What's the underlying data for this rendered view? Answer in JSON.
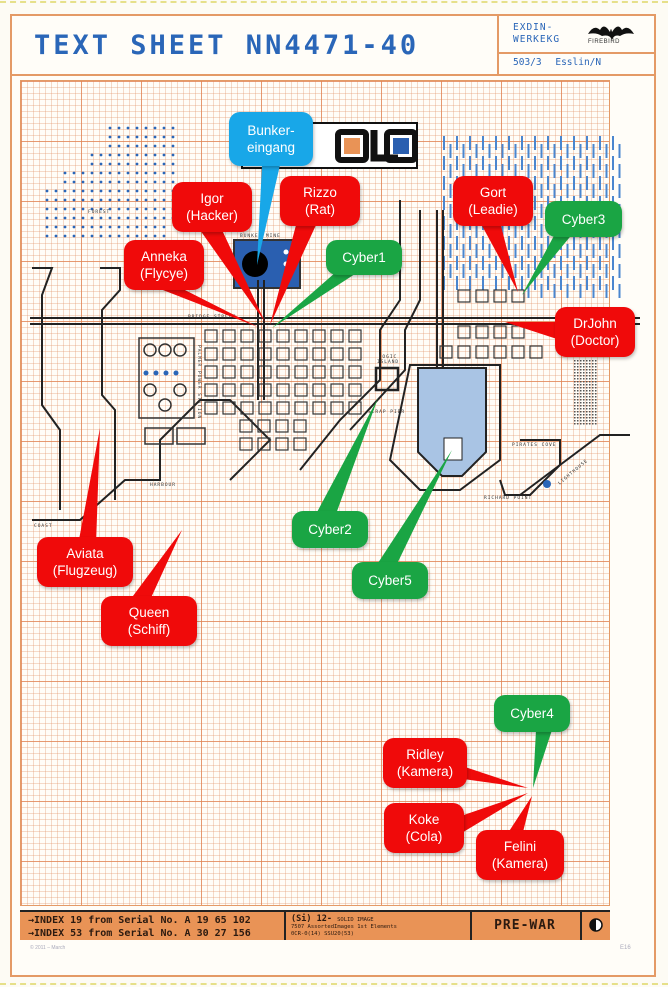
{
  "header": {
    "title": "TEXT SHEET NN4471-40",
    "publisher_line1": "EXDIN-",
    "publisher_line2": "WERKEKG",
    "logo_text": "FIREBIRD",
    "sheet_ref": "503/3",
    "place": "Esslin/N"
  },
  "map": {
    "logo": "SOLO",
    "labels": {
      "street": "BRIDGE STREET",
      "station": "PALMER POWER STATION",
      "harbour": "HARBOUR",
      "coast": "COAST",
      "forest": "FOREST",
      "logic_island": "LOGIC ISLAND",
      "pier": "SCRAP PIER",
      "pirates_cove": "PIRATES COVE",
      "lighthouse": "LIGHTHOUSE",
      "richard_point": "RICHARD POINT",
      "bunker": "BUNKER MINE"
    },
    "colors": {
      "grid": "#e28454",
      "blue_feature": "#2a66b8",
      "callout_red": "#f00a0a",
      "callout_green": "#1aa544",
      "callout_blue": "#18a7e8"
    }
  },
  "callouts": [
    {
      "id": "bunkereingang",
      "line1": "Bunker-",
      "line2": "eingang",
      "color": "blue"
    },
    {
      "id": "igor",
      "line1": "Igor",
      "line2": "(Hacker)",
      "color": "red"
    },
    {
      "id": "rizzo",
      "line1": "Rizzo",
      "line2": "(Rat)",
      "color": "red"
    },
    {
      "id": "anneka",
      "line1": "Anneka",
      "line2": "(Flycye)",
      "color": "red"
    },
    {
      "id": "cyber1",
      "line1": "Cyber1",
      "line2": "",
      "color": "green"
    },
    {
      "id": "gort",
      "line1": "Gort",
      "line2": "(Leadie)",
      "color": "red"
    },
    {
      "id": "cyber3",
      "line1": "Cyber3",
      "line2": "",
      "color": "green"
    },
    {
      "id": "drjohn",
      "line1": "DrJohn",
      "line2": "(Doctor)",
      "color": "red"
    },
    {
      "id": "aviata",
      "line1": "Aviata",
      "line2": "(Flugzeug)",
      "color": "red"
    },
    {
      "id": "queen",
      "line1": "Queen",
      "line2": "(Schiff)",
      "color": "red"
    },
    {
      "id": "cyber2",
      "line1": "Cyber2",
      "line2": "",
      "color": "green"
    },
    {
      "id": "cyber5",
      "line1": "Cyber5",
      "line2": "",
      "color": "green"
    },
    {
      "id": "cyber4",
      "line1": "Cyber4",
      "line2": "",
      "color": "green"
    },
    {
      "id": "ridley",
      "line1": "Ridley",
      "line2": "(Kamera)",
      "color": "red"
    },
    {
      "id": "koke",
      "line1": "Koke",
      "line2": "(Cola)",
      "color": "red"
    },
    {
      "id": "felini",
      "line1": "Felini",
      "line2": "(Kamera)",
      "color": "red"
    }
  ],
  "footer": {
    "index1": "→INDEX 19 from Serial No. A 19 65 102",
    "index2": "→INDEX 53 from Serial No. A 30 27 156",
    "si_code": "(Si) 12-",
    "si_type": "SOLID IMAGE",
    "detail1": "7507 AssortedImages 1st Elements",
    "detail2": "0CR-0(14)  SSU20(53)",
    "era": "PRE-WAR",
    "copyright": "© 2011 – March",
    "sheet_code": "E16"
  }
}
